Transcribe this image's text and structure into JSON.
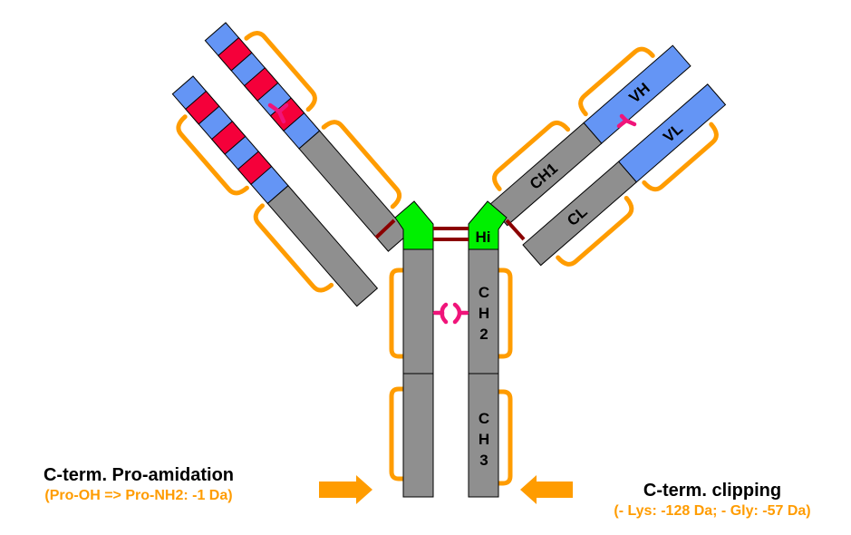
{
  "diagram": {
    "type": "antibody-structure",
    "domain_labels": {
      "vh": "VH",
      "vl": "VL",
      "ch1": "CH1",
      "cl": "CL",
      "hinge": "Hi",
      "ch2": [
        "C",
        "H",
        "2"
      ],
      "ch3": [
        "C",
        "H",
        "3"
      ]
    },
    "colors": {
      "variable": "#6495f5",
      "cdr": "#f5003a",
      "constant": "#8f8f8f",
      "hinge": "#00f000",
      "disulfide": "#8b0000",
      "glycan": "#f0147a",
      "intrachain_bracket": "#ff9c00"
    }
  },
  "annotations": {
    "left": {
      "title": "C-term. Pro-amidation",
      "subtitle": "(Pro-OH => Pro-NH2: -1 Da)"
    },
    "right": {
      "title": "C-term. clipping",
      "subtitle": "(- Lys: -128 Da; - Gly: -57 Da)"
    }
  }
}
